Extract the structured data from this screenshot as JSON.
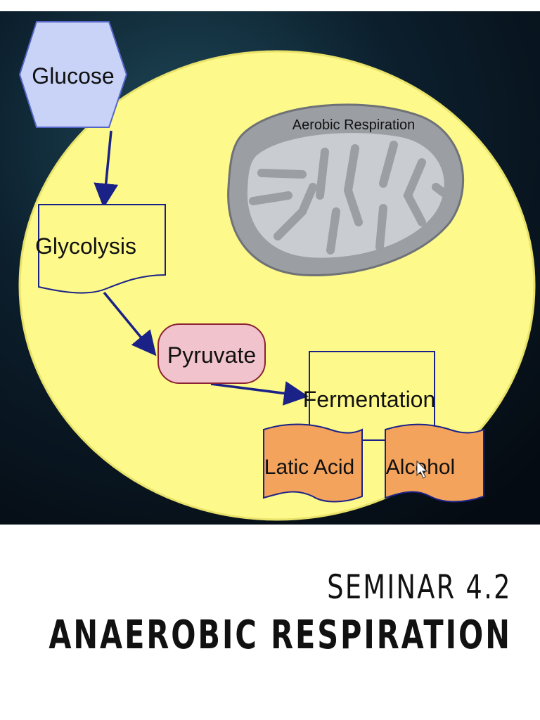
{
  "diagram": {
    "nodes": {
      "glucose": "Glucose",
      "glycolysis": "Glycolysis",
      "pyruvate": "Pyruvate",
      "fermentation": "Fermentation",
      "lactic_acid": "Latic Acid",
      "alcohol": "Alcohol",
      "aerobic": "Aerobic Respiration"
    },
    "colors": {
      "cell": "#fdf98a",
      "glucose": "#c9d3f7",
      "pyruvate": "#f1c3cc",
      "products": "#f3a35c",
      "arrow": "#1a2288",
      "mitochondrion": "#9b9ea3"
    }
  },
  "slide": {
    "subtitle": "SEMINAR 4.2",
    "title": "ANAEROBIC RESPIRATION"
  }
}
